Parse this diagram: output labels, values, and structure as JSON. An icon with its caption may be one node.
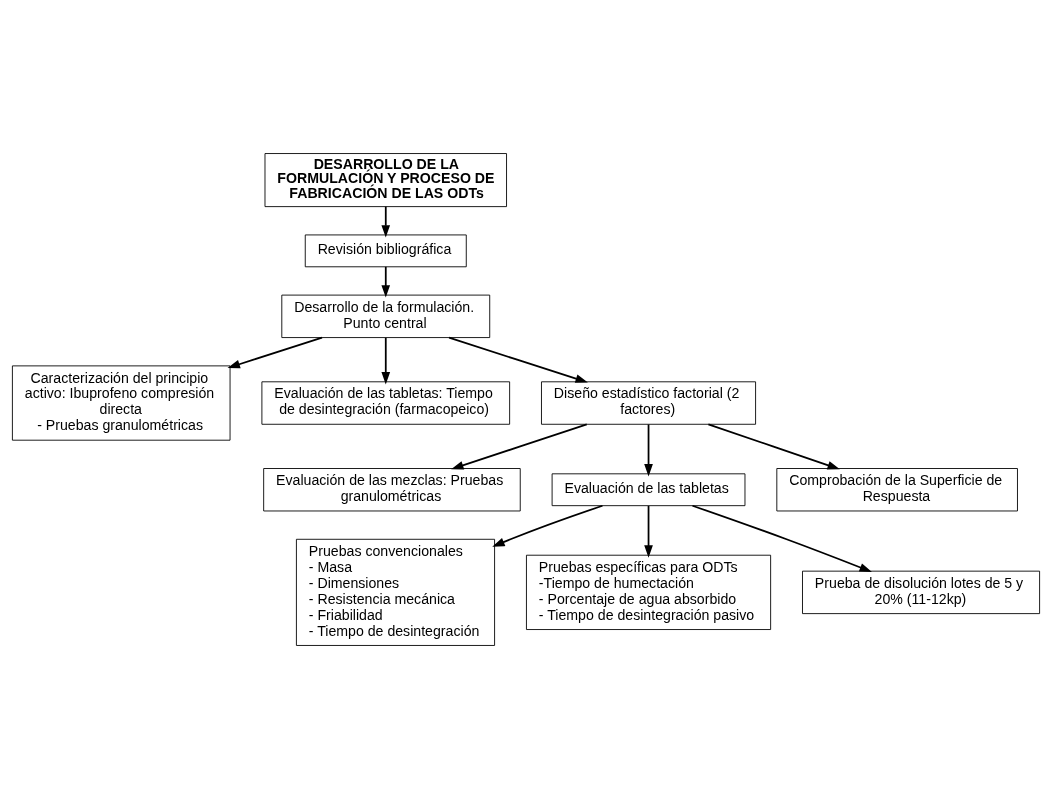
{
  "diagram": {
    "nodes": [
      {
        "text": [
          "DESARROLLO DE LA FORMULACIÓN Y PROCESO DE FABRICACIÓN DE LAS ODTs"
        ]
      },
      {
        "text": [
          "Revisión bibliográfica"
        ]
      },
      {
        "text": [
          "Desarrollo de la formulación. Punto central"
        ]
      },
      {
        "text": [
          "Caracterización del principio activo: Ibuprofeno compresión directa",
          "- Pruebas granulométricas"
        ]
      },
      {
        "text": [
          "Evaluación de las tabletas: Tiempo de desintegración (farmacopeico)"
        ]
      },
      {
        "text": [
          "Diseño estadístico factorial (2 factores)"
        ]
      },
      {
        "text": [
          "Evaluación de las mezclas: Pruebas granulométricas"
        ]
      },
      {
        "text": [
          "Evaluación de las tabletas"
        ]
      },
      {
        "text": [
          "Comprobación de la Superficie de Respuesta"
        ]
      },
      {
        "text": [
          "Pruebas convencionales",
          "- Masa",
          "- Dimensiones",
          "- Resistencia mecánica",
          "- Friabilidad",
          "- Tiempo de desintegración"
        ]
      },
      {
        "text": [
          "Pruebas específicas para ODTs",
          "-Tiempo de humectación",
          "- Porcentaje de agua absorbido",
          "- Tiempo de desintegración pasivo"
        ]
      },
      {
        "text": [
          "Prueba de disolución lotes de 5 y 20% (11-12kp)"
        ]
      }
    ],
    "edges": [
      {
        "from": 0,
        "to": 1,
        "arrow": "to"
      },
      {
        "from": 1,
        "to": 2,
        "arrow": "to"
      },
      {
        "from": 2,
        "to": 3,
        "arrow": "to"
      },
      {
        "from": 2,
        "to": 4,
        "arrow": "to"
      },
      {
        "from": 2,
        "to": 5,
        "arrow": "to"
      },
      {
        "from": 5,
        "to": 6,
        "arrow": "to"
      },
      {
        "from": 5,
        "to": 7,
        "arrow": "to"
      },
      {
        "from": 5,
        "to": 8,
        "arrow": "to"
      },
      {
        "from": 7,
        "to": 9,
        "arrow": "to"
      },
      {
        "from": 7,
        "to": 10,
        "arrow": "to"
      },
      {
        "from": 7,
        "to": 11,
        "arrow": "to"
      }
    ]
  }
}
